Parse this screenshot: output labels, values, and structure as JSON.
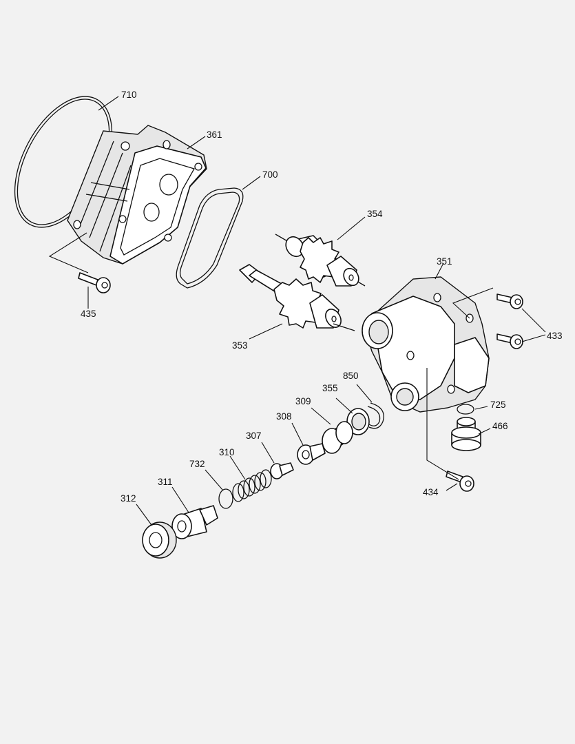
{
  "diagram": {
    "background": "#f2f2f2",
    "line_color": "#111111",
    "callouts": {
      "p710": "710",
      "p361": "361",
      "p700": "700",
      "p354": "354",
      "p351": "351",
      "p433": "433",
      "p435": "435",
      "p353": "353",
      "p850": "850",
      "p355": "355",
      "p309": "309",
      "p308": "308",
      "p725": "725",
      "p466": "466",
      "p307": "307",
      "p310": "310",
      "p732": "732",
      "p311": "311",
      "p312": "312",
      "p434": "434"
    }
  }
}
